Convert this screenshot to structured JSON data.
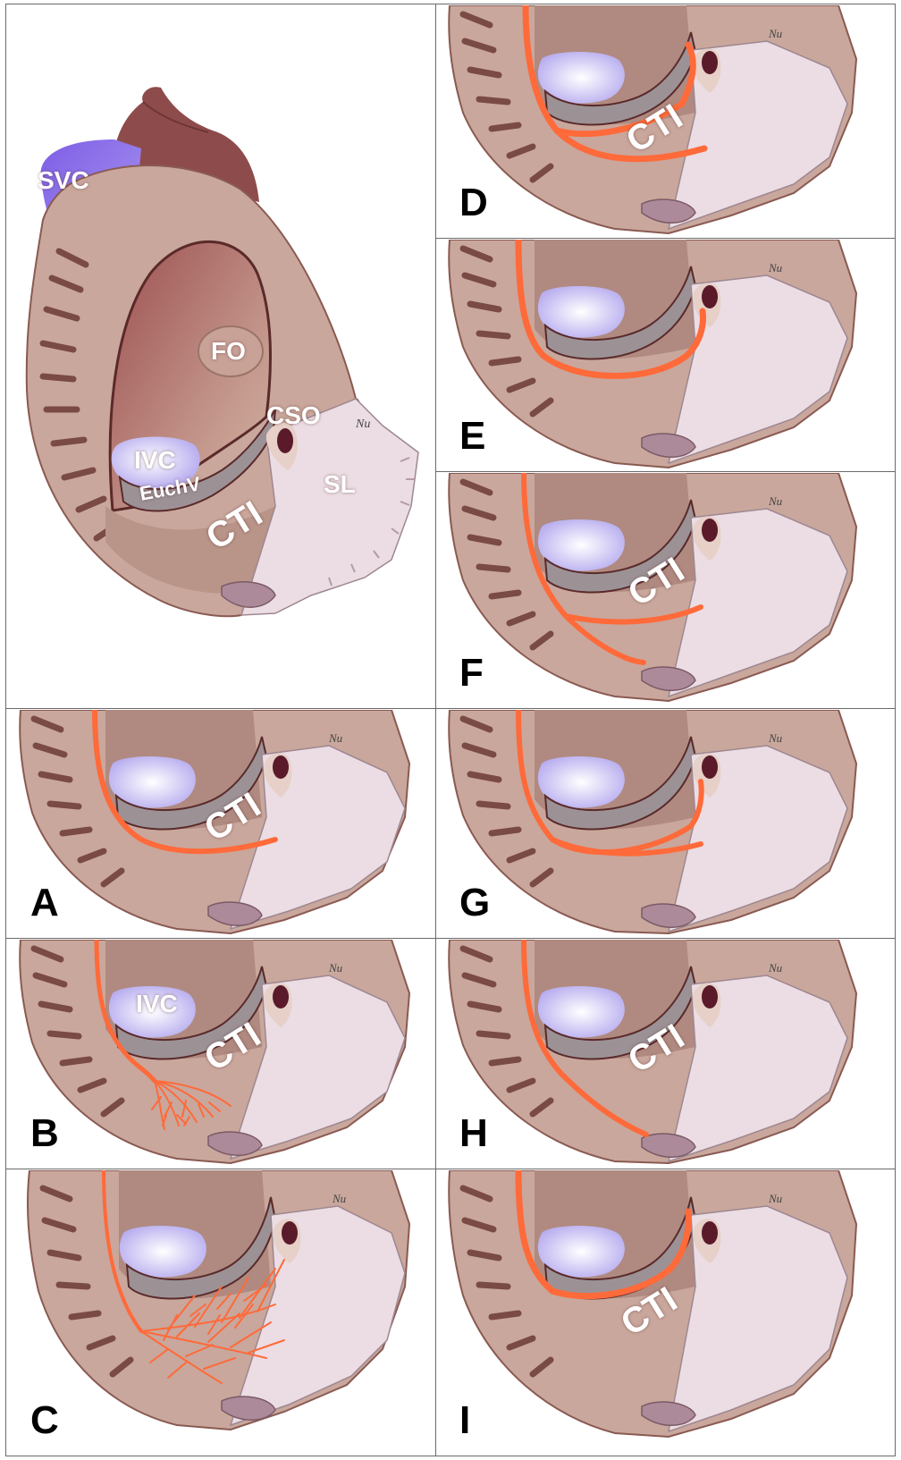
{
  "colors": {
    "tissue": "#c9a79c",
    "tissue_dark": "#a47f73",
    "wall": "#8a5a52",
    "atrium_inner": "#a05a5a",
    "appendage": "#8e4b4b",
    "svc": "#8f72e6",
    "ivc": "#c4bcf2",
    "euch_valve": "#9a8e93",
    "septal_leaflet": "#ebdde3",
    "cs_ostium": "#5a1a2a",
    "conduction_line": "#ff6a3a",
    "divider": "#6a6a6a"
  },
  "main_panel": {
    "labels": {
      "svc": "SVC",
      "fo": "FO",
      "cso": "CSO",
      "ivc": "IVC",
      "euchv": "EuchV",
      "cti": "CTI",
      "sl": "SL"
    }
  },
  "panels": [
    {
      "letter": "D",
      "ivc_label": "",
      "cti_label": "CTI",
      "line_pattern": "lateral line wrapping close to Eustachian valve rim plus separate parallel line across CTI"
    },
    {
      "letter": "E",
      "ivc_label": "",
      "cti_label": "",
      "line_pattern": "single line along crista curving under IVC toward coronary sinus ostium"
    },
    {
      "letter": "F",
      "ivc_label": "",
      "cti_label": "CTI",
      "line_pattern": "line branching into diagonal segment to tricuspid annulus and horizontal segment across CTI"
    },
    {
      "letter": "A",
      "ivc_label": "",
      "cti_label": "CTI",
      "line_pattern": "single line along crista curving across CTI"
    },
    {
      "letter": "G",
      "ivc_label": "",
      "cti_label": "",
      "line_pattern": "line splitting into two branches, one to coronary sinus ostium and one across CTI"
    },
    {
      "letter": "B",
      "ivc_label": "IVC",
      "cti_label": "CTI",
      "line_pattern": "line ending in fan of branching fibers near tricuspid annulus"
    },
    {
      "letter": "H",
      "ivc_label": "",
      "cti_label": "CTI",
      "line_pattern": "line running diagonally to tricuspid annulus"
    },
    {
      "letter": "C",
      "ivc_label": "",
      "cti_label": "",
      "line_pattern": "diffuse branching network of fibers across CTI"
    },
    {
      "letter": "I",
      "ivc_label": "",
      "cti_label": "CTI",
      "line_pattern": "line hugging the Eustachian valve rim"
    }
  ]
}
